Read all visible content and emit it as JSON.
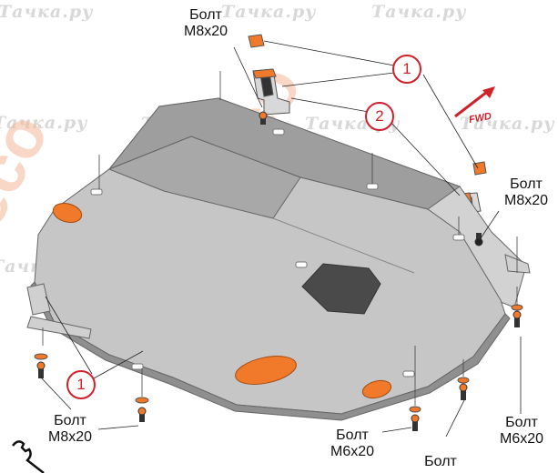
{
  "watermark": {
    "text": "Тачка.ру",
    "brand": "ALFeco"
  },
  "labels": {
    "bolt_top_left": {
      "title": "Болт",
      "spec": "M8x20"
    },
    "bolt_top_right": {
      "title": "Болт",
      "spec": "M8x20"
    },
    "bolt_bottom_left": {
      "title": "Болт",
      "spec": "M8x20"
    },
    "bolt_bottom_mid": {
      "title": "Болт",
      "spec": "M6x20"
    },
    "bolt_bottom_right": {
      "title": "Болт",
      "spec": "M6x20"
    },
    "bolt_bottom_partial": {
      "title": "Болт"
    }
  },
  "callouts": {
    "one": "1",
    "two": "2"
  },
  "direction": {
    "label": "FWD"
  },
  "colors": {
    "plate": "#c4c4c4",
    "plate_shade": "#9e9e9e",
    "orange": "#f07a2a",
    "red": "#d0202a",
    "watermark": "#d8d8d8"
  },
  "icons": {
    "tool": "wrench-icon"
  }
}
